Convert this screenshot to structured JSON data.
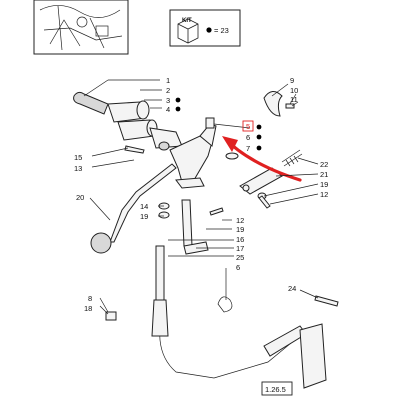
{
  "kit": {
    "label": "KIT",
    "count_text": "= 23"
  },
  "reference": "1.26.5",
  "callouts": [
    {
      "id": "c1",
      "text": "1"
    },
    {
      "id": "c2",
      "text": "2"
    },
    {
      "id": "c3",
      "text": "3"
    },
    {
      "id": "c4",
      "text": "4"
    },
    {
      "id": "c5",
      "text": "5"
    },
    {
      "id": "c6",
      "text": "6"
    },
    {
      "id": "c7",
      "text": "7"
    },
    {
      "id": "c8",
      "text": "8"
    },
    {
      "id": "c9",
      "text": "9"
    },
    {
      "id": "c10",
      "text": "10"
    },
    {
      "id": "c11",
      "text": "11"
    },
    {
      "id": "c12a",
      "text": "12"
    },
    {
      "id": "c12b",
      "text": "12"
    },
    {
      "id": "c13",
      "text": "13"
    },
    {
      "id": "c14",
      "text": "14"
    },
    {
      "id": "c15",
      "text": "15"
    },
    {
      "id": "c16",
      "text": "16"
    },
    {
      "id": "c17",
      "text": "17"
    },
    {
      "id": "c18",
      "text": "18"
    },
    {
      "id": "c19a",
      "text": "19"
    },
    {
      "id": "c19b",
      "text": "19"
    },
    {
      "id": "c19c",
      "text": "19"
    },
    {
      "id": "c20",
      "text": "20"
    },
    {
      "id": "c21",
      "text": "21"
    },
    {
      "id": "c22",
      "text": "22"
    },
    {
      "id": "c24",
      "text": "24"
    },
    {
      "id": "c25",
      "text": "25"
    }
  ],
  "colors": {
    "highlight_arrow": "#e02020",
    "kit_dot": "#000000",
    "linework": "#222222"
  }
}
